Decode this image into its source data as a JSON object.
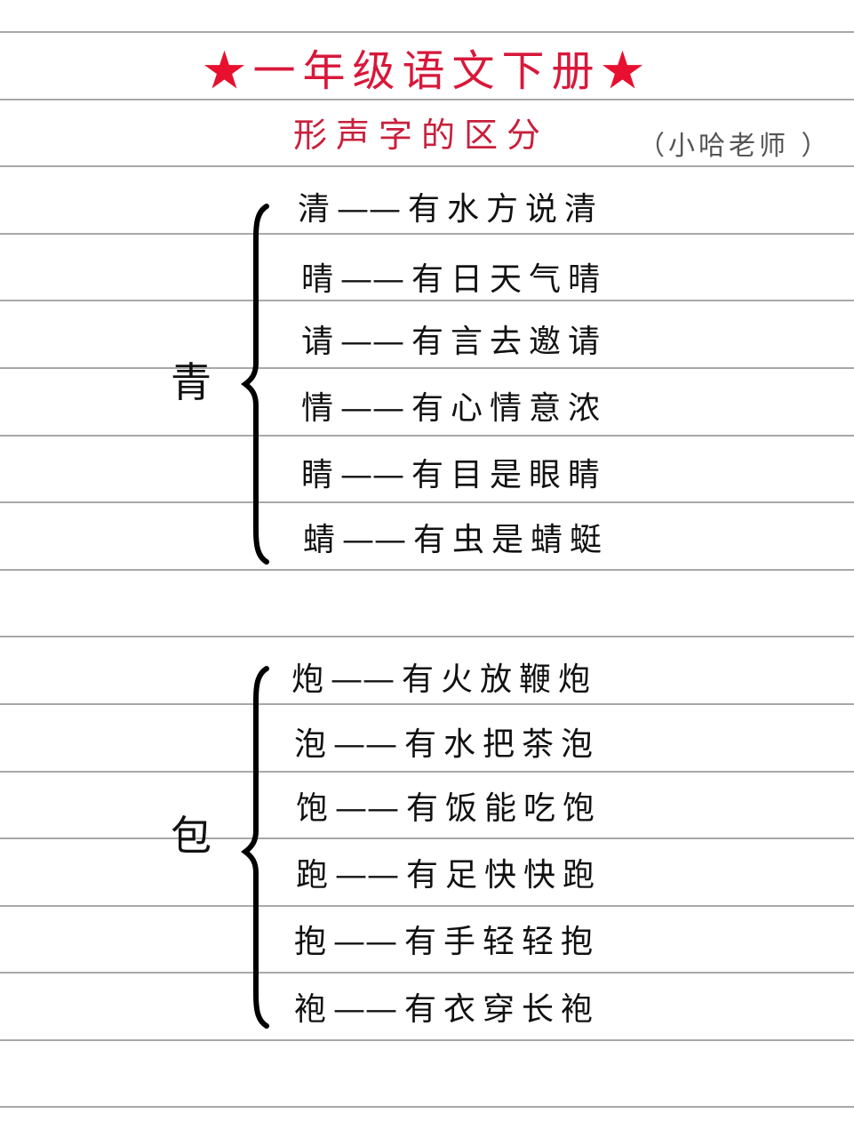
{
  "header": {
    "title": "一年级语文下册",
    "star_icon": "★",
    "subtitle": "形声字的区分",
    "author": "（小哈老师 ）"
  },
  "groups": [
    {
      "root": "青",
      "entries": [
        {
          "char": "清",
          "dash": "——",
          "phrase": "有水方说清"
        },
        {
          "char": "晴",
          "dash": "——",
          "phrase": "有日天气晴"
        },
        {
          "char": "请",
          "dash": "——",
          "phrase": "有言去邀请"
        },
        {
          "char": "情",
          "dash": "——",
          "phrase": "有心情意浓"
        },
        {
          "char": "睛",
          "dash": "——",
          "phrase": "有目是眼睛"
        },
        {
          "char": "蜻",
          "dash": "——",
          "phrase": "有虫是蜻蜓"
        }
      ]
    },
    {
      "root": "包",
      "entries": [
        {
          "char": "炮",
          "dash": "——",
          "phrase": "有火放鞭炮"
        },
        {
          "char": "泡",
          "dash": "——",
          "phrase": "有水把茶泡"
        },
        {
          "char": "饱",
          "dash": "——",
          "phrase": "有饭能吃饱"
        },
        {
          "char": "跑",
          "dash": "——",
          "phrase": "有足快快跑"
        },
        {
          "char": "抱",
          "dash": "——",
          "phrase": "有手轻轻抱"
        },
        {
          "char": "袍",
          "dash": "——",
          "phrase": "有衣穿长袍"
        }
      ]
    }
  ],
  "colors": {
    "title": "#d8183a",
    "subtitle": "#c8203c",
    "rule": "#a8a8a8",
    "text": "#111111"
  }
}
